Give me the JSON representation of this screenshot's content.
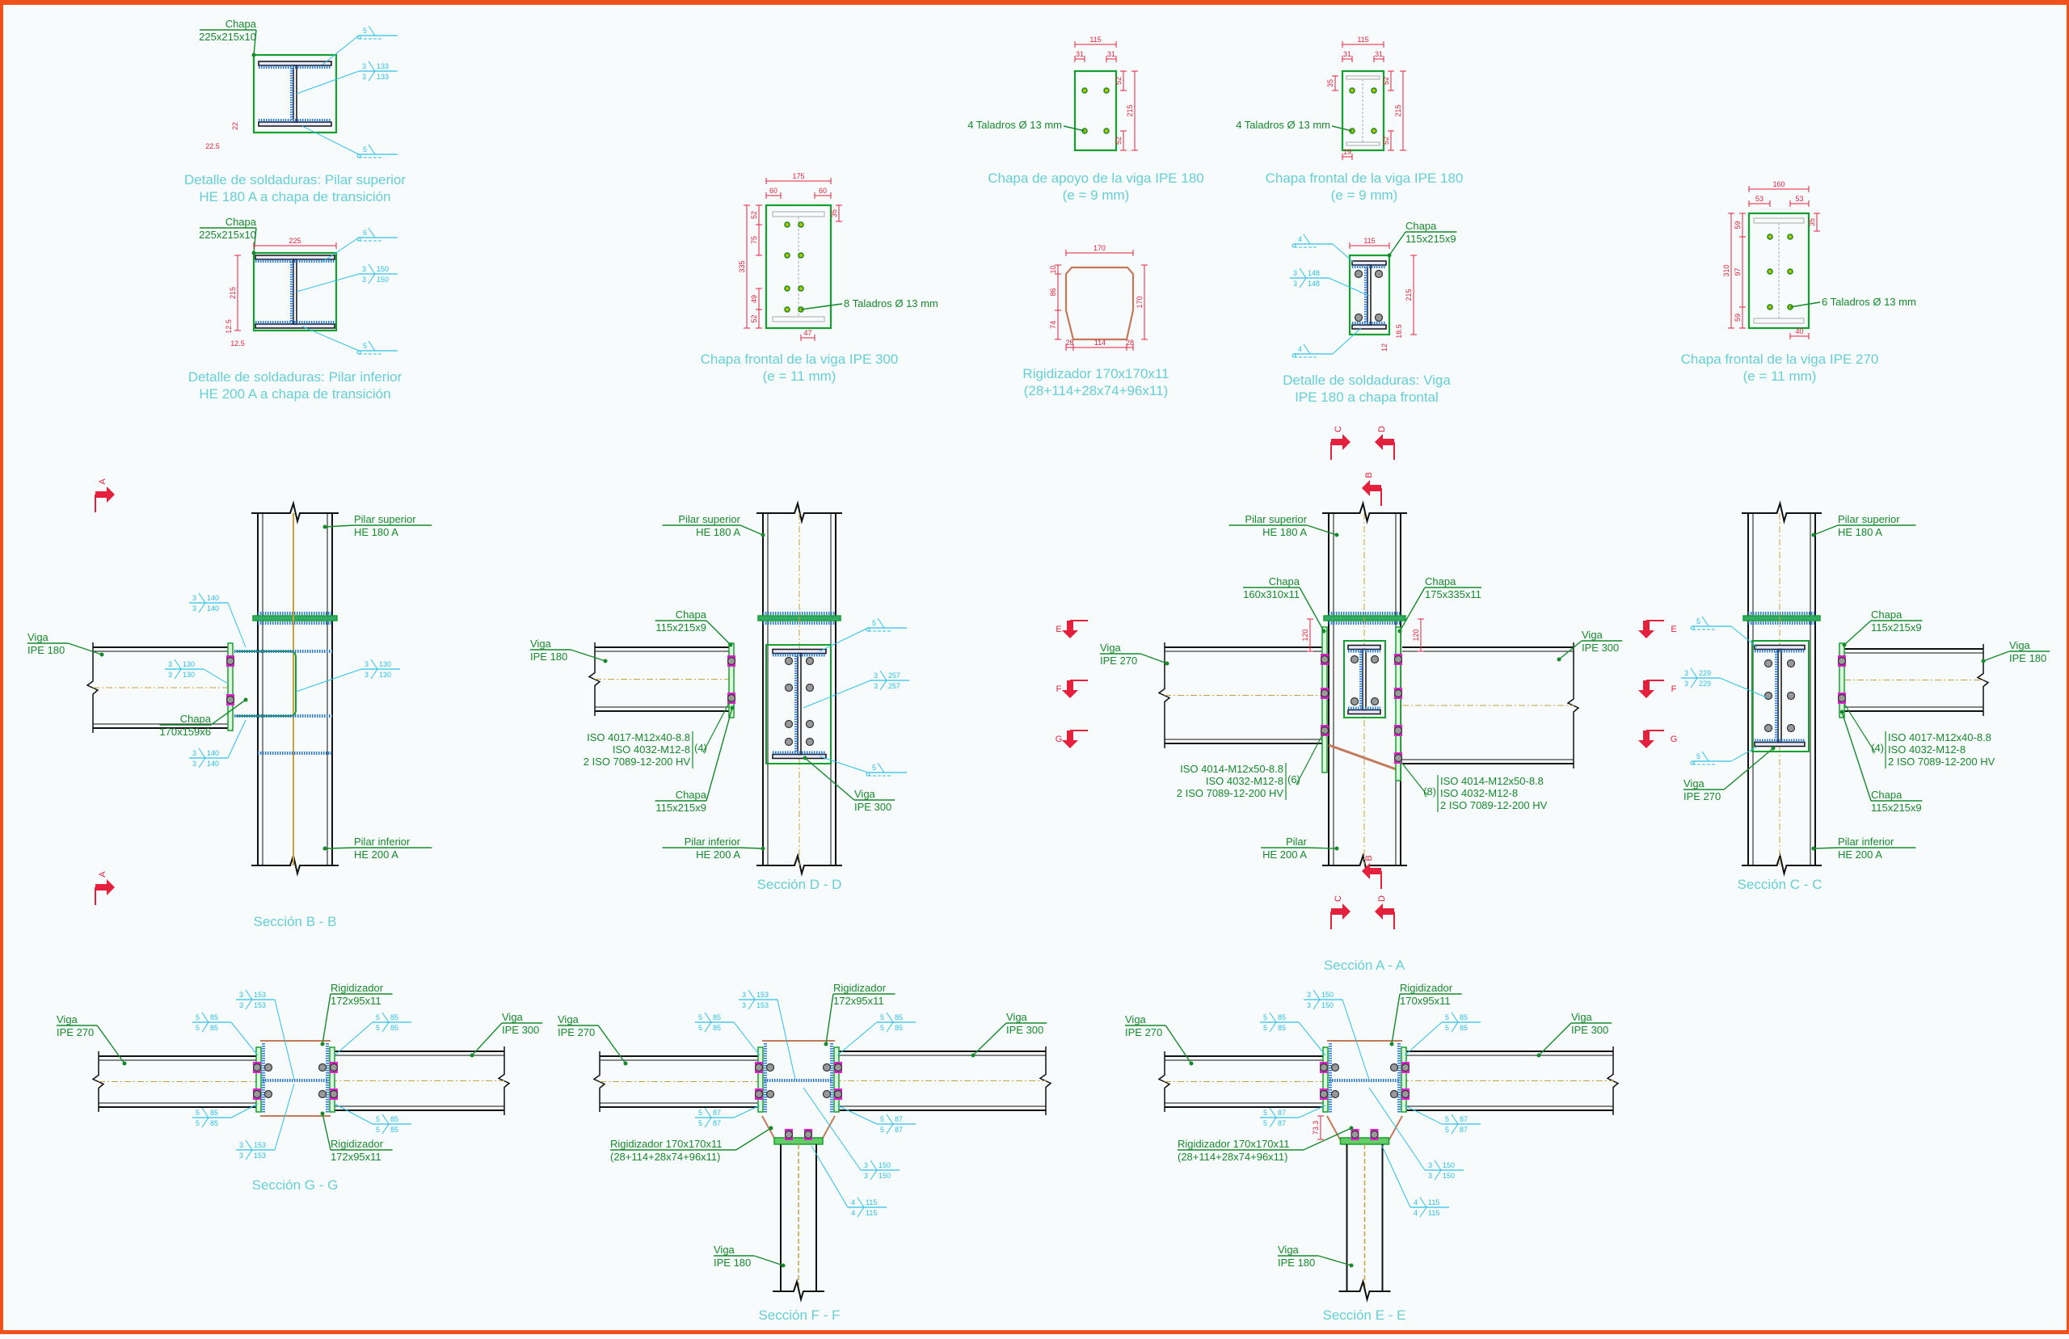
{
  "colors": {
    "border": "#f2501a",
    "label": "#16892c",
    "title": "#66cfd6",
    "weld": "#2cc0e6",
    "dimension": "#e4203c",
    "plate": "#14a030",
    "stiffener": "#c47a5a",
    "bolt_washer": "#e020d0"
  },
  "details": {
    "weld_upper": {
      "title": [
        "Detalle de soldaduras: Pilar superior",
        "HE 180 A a chapa de transición"
      ],
      "plate": [
        "Chapa",
        "225x215x10"
      ],
      "welds": [
        [
          "5"
        ],
        [
          "3",
          "133",
          "3",
          "133"
        ],
        [
          "5"
        ]
      ],
      "dims": [
        "22",
        "22.5"
      ]
    },
    "weld_lower": {
      "title": [
        "Detalle de soldaduras: Pilar inferior",
        "HE 200 A a chapa de transición"
      ],
      "plate": [
        "Chapa",
        "225x215x10"
      ],
      "welds": [
        [
          "6"
        ],
        [
          "3",
          "150",
          "3",
          "150"
        ],
        [
          "5"
        ]
      ],
      "dims": [
        "225",
        "215",
        "12.5",
        "12.5"
      ]
    },
    "plate_ipe300": {
      "title": [
        "Chapa frontal de la viga  IPE 300",
        "(e = 11 mm)"
      ],
      "holes": "8 Taladros Ø 13 mm",
      "dims": [
        "175",
        "60",
        "60",
        "52",
        "75",
        "335",
        "49",
        "52",
        "35",
        "47"
      ]
    },
    "plate_support_ipe180": {
      "title": [
        "Chapa de apoyo de la viga  IPE 180",
        "(e = 9 mm)"
      ],
      "holes": "4 Taladros Ø 13 mm",
      "dims": [
        "115",
        "31",
        "31",
        "52",
        "215",
        "52"
      ]
    },
    "plate_front_ipe180": {
      "title": [
        "Chapa frontal de la viga  IPE 180",
        "(e = 9 mm)"
      ],
      "holes": "4 Taladros Ø 13 mm",
      "dims": [
        "115",
        "31",
        "31",
        "35",
        "52",
        "215",
        "52",
        "19"
      ]
    },
    "stiffener": {
      "title": [
        "Rigidizador 170x170x11",
        "(28+114+28x74+96x11)"
      ],
      "dims": [
        "170",
        "10",
        "86",
        "74",
        "170",
        "28",
        "114",
        "28"
      ]
    },
    "weld_beam": {
      "title": [
        "Detalle de soldaduras: Viga",
        "IPE 180 a chapa frontal"
      ],
      "plate": [
        "Chapa",
        "115x215x9"
      ],
      "welds": [
        [
          "4"
        ],
        [
          "3",
          "148",
          "3",
          "148"
        ],
        [
          "4"
        ]
      ],
      "dims": [
        "115",
        "215",
        "18.5",
        "12"
      ]
    },
    "plate_ipe270": {
      "title": [
        "Chapa frontal de la viga  IPE 270",
        "(e = 11 mm)"
      ],
      "holes": "6 Taladros Ø 13 mm",
      "dims": [
        "160",
        "53",
        "53",
        "310",
        "59",
        "97",
        "59",
        "35",
        "40"
      ]
    }
  },
  "sections": {
    "bb": {
      "title": "Sección B - B",
      "labels": [
        [
          "Pilar superior",
          "HE 180 A"
        ],
        [
          "Pilar inferior",
          "HE 200 A"
        ],
        [
          "Viga",
          "IPE 180"
        ],
        [
          "Chapa",
          "170x159x6"
        ]
      ],
      "welds": [
        [
          "3",
          "140",
          "3",
          "140"
        ],
        [
          "3",
          "130",
          "3",
          "130"
        ],
        [
          "3",
          "130",
          "3",
          "130"
        ],
        [
          "3",
          "140",
          "3",
          "140"
        ]
      ],
      "cuts": [
        "A",
        "A"
      ]
    },
    "dd": {
      "title": "Sección D - D",
      "labels": [
        [
          "Pilar superior",
          "HE 180 A"
        ],
        [
          "Chapa",
          "115x215x9"
        ],
        [
          "Viga",
          "IPE 180"
        ],
        [
          "Chapa",
          "115x215x9"
        ],
        [
          "Pilar inferior",
          "HE 200 A"
        ],
        [
          "Viga",
          "IPE 300"
        ]
      ],
      "bolts": [
        "ISO 4017-M12x40-8.8",
        "ISO 4032-M12-8",
        "2 ISO 7089-12-200 HV"
      ],
      "bolt_count": "(4)",
      "welds": [
        [
          "5"
        ],
        [
          "3",
          "257",
          "3",
          "257"
        ],
        [
          "5"
        ]
      ]
    },
    "aa": {
      "title": "Sección A - A",
      "labels": [
        [
          "Pilar superior",
          "HE 180 A"
        ],
        [
          "Chapa",
          "160x310x11"
        ],
        [
          "Chapa",
          "175x335x11"
        ],
        [
          "Viga",
          "IPE 270"
        ],
        [
          "Viga",
          "IPE 300"
        ],
        [
          "Pilar",
          "HE 200 A"
        ]
      ],
      "bolts_left": [
        "ISO 4014-M12x50-8.8",
        "ISO 4032-M12-8",
        "2 ISO 7089-12-200 HV"
      ],
      "bolt_count_left": "(6)",
      "bolts_right": [
        "ISO 4014-M12x50-8.8",
        "ISO 4032-M12-8",
        "2 ISO 7089-12-200 HV"
      ],
      "bolt_count_right": "(8)",
      "dims": [
        "120",
        "120"
      ],
      "cuts": [
        "C",
        "D",
        "B",
        "E",
        "F",
        "G",
        "E",
        "F",
        "G",
        "B",
        "C",
        "D"
      ]
    },
    "cc": {
      "title": "Sección C - C",
      "labels": [
        [
          "Pilar superior",
          "HE 180 A"
        ],
        [
          "Chapa",
          "115x215x9"
        ],
        [
          "Viga",
          "IPE 180"
        ],
        [
          "Chapa",
          "115x215x9"
        ],
        [
          "Pilar inferior",
          "HE 200 A"
        ],
        [
          "Viga",
          "IPE 270"
        ]
      ],
      "bolts": [
        "ISO 4017-M12x40-8.8",
        "ISO 4032-M12-8",
        "2 ISO 7089-12-200 HV"
      ],
      "bolt_count": "(4)",
      "welds": [
        [
          "5"
        ],
        [
          "3",
          "229",
          "3",
          "229"
        ],
        [
          "5"
        ]
      ]
    },
    "gg": {
      "title": "Sección G - G",
      "labels": [
        [
          "Viga",
          "IPE 270"
        ],
        [
          "Viga",
          "IPE 300"
        ],
        [
          "Rigidizador",
          "172x95x11"
        ],
        [
          "Rigidizador",
          "172x95x11"
        ]
      ],
      "welds": [
        [
          "3",
          "153",
          "3",
          "153"
        ],
        [
          "5",
          "85",
          "5",
          "85"
        ],
        [
          "5",
          "85",
          "5",
          "85"
        ],
        [
          "5",
          "85",
          "5",
          "85"
        ],
        [
          "5",
          "85",
          "5",
          "85"
        ],
        [
          "3",
          "153",
          "3",
          "153"
        ]
      ]
    },
    "ff": {
      "title": "Sección F - F",
      "labels": [
        [
          "Viga",
          "IPE 270"
        ],
        [
          "Viga",
          "IPE 300"
        ],
        [
          "Rigidizador",
          "172x95x11"
        ],
        [
          "Rigidizador  170x170x11",
          "(28+114+28x74+96x11)"
        ],
        [
          "Viga",
          "IPE 180"
        ]
      ],
      "welds": [
        [
          "3",
          "153",
          "3",
          "153"
        ],
        [
          "5",
          "85",
          "5",
          "85"
        ],
        [
          "5",
          "85",
          "5",
          "85"
        ],
        [
          "5",
          "87",
          "5",
          "87"
        ],
        [
          "5",
          "87",
          "5",
          "87"
        ],
        [
          "3",
          "150",
          "3",
          "150"
        ],
        [
          "4",
          "115",
          "4",
          "115"
        ]
      ]
    },
    "ee": {
      "title": "Sección E - E",
      "labels": [
        [
          "Viga",
          "IPE 270"
        ],
        [
          "Viga",
          "IPE 300"
        ],
        [
          "Rigidizador",
          "170x95x11"
        ],
        [
          "Rigidizador  170x170x11",
          "(28+114+28x74+96x11)"
        ],
        [
          "Viga",
          "IPE 180"
        ]
      ],
      "welds": [
        [
          "3",
          "150",
          "3",
          "150"
        ],
        [
          "5",
          "85",
          "5",
          "85"
        ],
        [
          "5",
          "85",
          "5",
          "85"
        ],
        [
          "5",
          "87",
          "5",
          "87"
        ],
        [
          "5",
          "87",
          "5",
          "87"
        ],
        [
          "3",
          "150",
          "3",
          "150"
        ],
        [
          "4",
          "115",
          "4",
          "115"
        ]
      ],
      "dims": [
        "73.3"
      ]
    }
  }
}
